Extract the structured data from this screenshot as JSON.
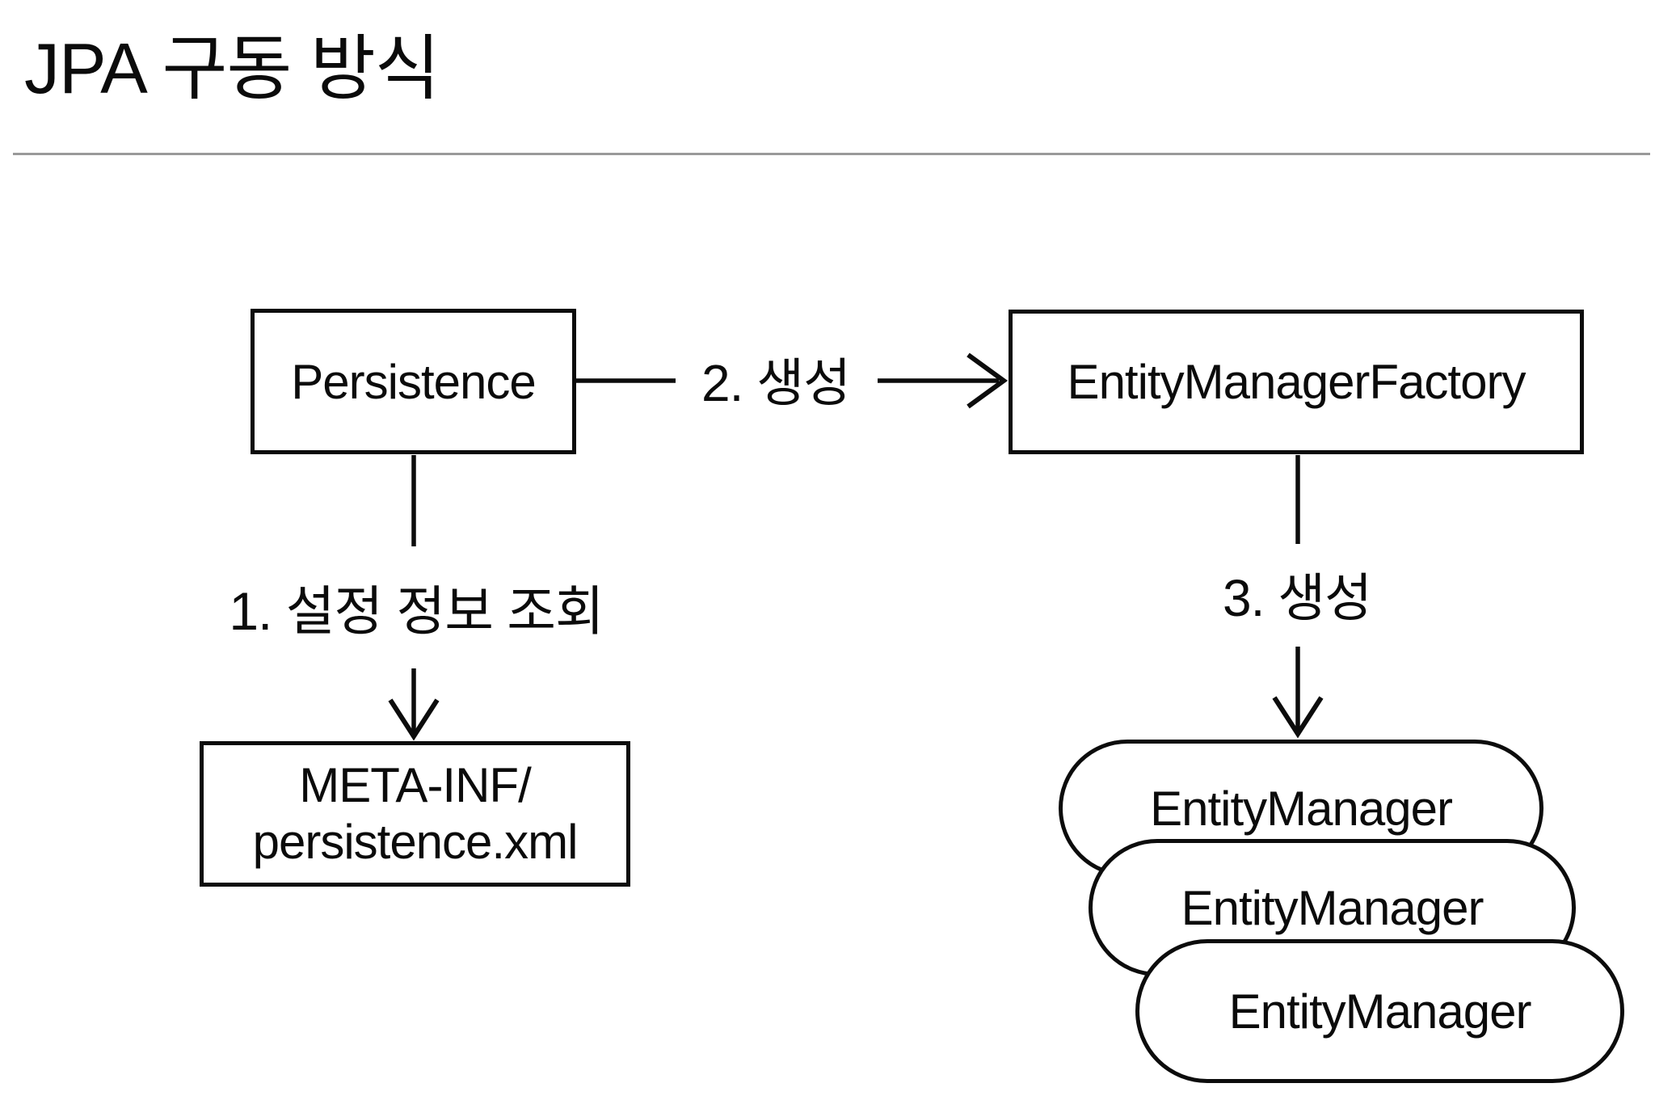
{
  "title": "JPA 구동 방식",
  "colors": {
    "ink": "#0b0b0b",
    "node_border": "#0c0c0c",
    "divider": "#9a9a9a",
    "background": "#ffffff"
  },
  "diagram": {
    "nodes": {
      "persistence": {
        "label": "Persistence",
        "shape": "rectangle"
      },
      "entity_manager_factory": {
        "label": "EntityManagerFactory",
        "shape": "rectangle"
      },
      "persistence_xml": {
        "line1": "META-INF/",
        "line2": "persistence.xml",
        "shape": "rectangle"
      },
      "entity_managers": [
        {
          "label": "EntityManager",
          "shape": "stadium"
        },
        {
          "label": "EntityManager",
          "shape": "stadium"
        },
        {
          "label": "EntityManager",
          "shape": "stadium"
        }
      ]
    },
    "edges": [
      {
        "id": "step1",
        "label": "1. 설정 정보 조회",
        "from": "Persistence",
        "to": "META-INF/persistence.xml",
        "direction": "down"
      },
      {
        "id": "step2",
        "label": "2. 생성",
        "from": "Persistence",
        "to": "EntityManagerFactory",
        "direction": "right"
      },
      {
        "id": "step3",
        "label": "3. 생성",
        "from": "EntityManagerFactory",
        "to": "EntityManager",
        "direction": "down"
      }
    ]
  }
}
